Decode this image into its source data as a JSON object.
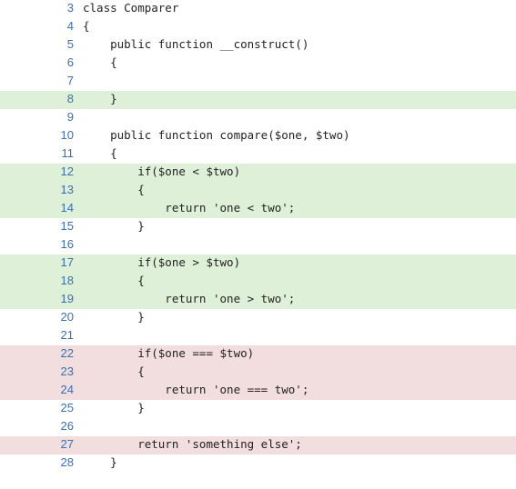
{
  "lines": [
    {
      "num": "3",
      "code": "class Comparer",
      "status": "none"
    },
    {
      "num": "4",
      "code": "{",
      "status": "none"
    },
    {
      "num": "5",
      "code": "    public function __construct()",
      "status": "none"
    },
    {
      "num": "6",
      "code": "    {",
      "status": "none"
    },
    {
      "num": "7",
      "code": "",
      "status": "none"
    },
    {
      "num": "8",
      "code": "    }",
      "status": "covered"
    },
    {
      "num": "9",
      "code": "",
      "status": "none"
    },
    {
      "num": "10",
      "code": "    public function compare($one, $two)",
      "status": "none"
    },
    {
      "num": "11",
      "code": "    {",
      "status": "none"
    },
    {
      "num": "12",
      "code": "        if($one < $two)",
      "status": "covered"
    },
    {
      "num": "13",
      "code": "        {",
      "status": "covered"
    },
    {
      "num": "14",
      "code": "            return 'one < two';",
      "status": "covered"
    },
    {
      "num": "15",
      "code": "        }",
      "status": "none"
    },
    {
      "num": "16",
      "code": "",
      "status": "none"
    },
    {
      "num": "17",
      "code": "        if($one > $two)",
      "status": "covered"
    },
    {
      "num": "18",
      "code": "        {",
      "status": "covered"
    },
    {
      "num": "19",
      "code": "            return 'one > two';",
      "status": "covered"
    },
    {
      "num": "20",
      "code": "        }",
      "status": "none"
    },
    {
      "num": "21",
      "code": "",
      "status": "none"
    },
    {
      "num": "22",
      "code": "        if($one === $two)",
      "status": "uncovered"
    },
    {
      "num": "23",
      "code": "        {",
      "status": "uncovered"
    },
    {
      "num": "24",
      "code": "            return 'one === two';",
      "status": "uncovered"
    },
    {
      "num": "25",
      "code": "        }",
      "status": "none"
    },
    {
      "num": "26",
      "code": "",
      "status": "none"
    },
    {
      "num": "27",
      "code": "        return 'something else';",
      "status": "uncovered"
    },
    {
      "num": "28",
      "code": "    }",
      "status": "none"
    }
  ],
  "colors": {
    "covered": "#dff0d8",
    "uncovered": "#f2dede",
    "line_number": "#3a6fb5",
    "code_text": "#222222"
  }
}
